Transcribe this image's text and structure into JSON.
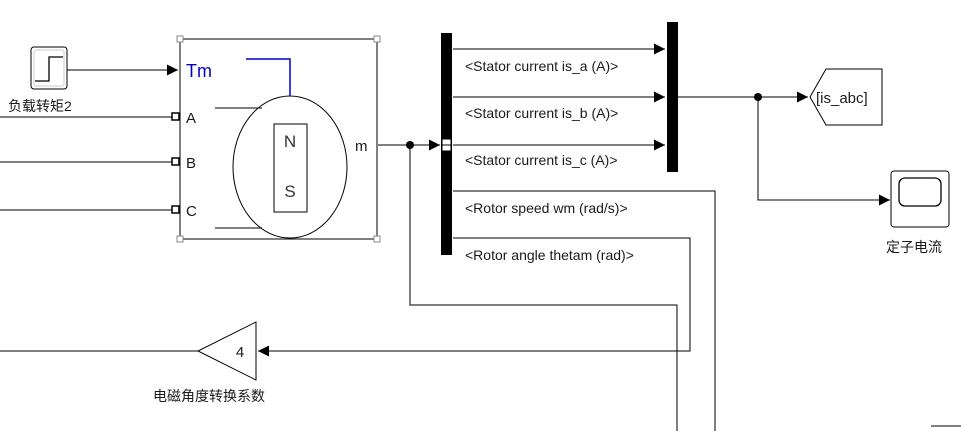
{
  "blocks": {
    "load_step": {
      "label": "负载转矩2"
    },
    "machine": {
      "ports": {
        "tm": "Tm",
        "a": "A",
        "b": "B",
        "c": "C",
        "m": "m"
      },
      "poles": {
        "north": "N",
        "south": "S"
      }
    },
    "bus_selector": {
      "signals": [
        "<Stator current is_a (A)>",
        "<Stator current is_b (A)>",
        "<Stator current is_c (A)>",
        "<Rotor speed wm (rad/s)>",
        "<Rotor angle thetam (rad)>"
      ]
    },
    "goto": {
      "tag": "[is_abc]"
    },
    "scope": {
      "label": "定子电流"
    },
    "gain": {
      "value": "4",
      "label": "电磁角度转换系数"
    }
  },
  "colors": {
    "line": "#000000",
    "tm_signal": "#0000cc",
    "block_border": "#000000",
    "background": "#ffffff"
  }
}
